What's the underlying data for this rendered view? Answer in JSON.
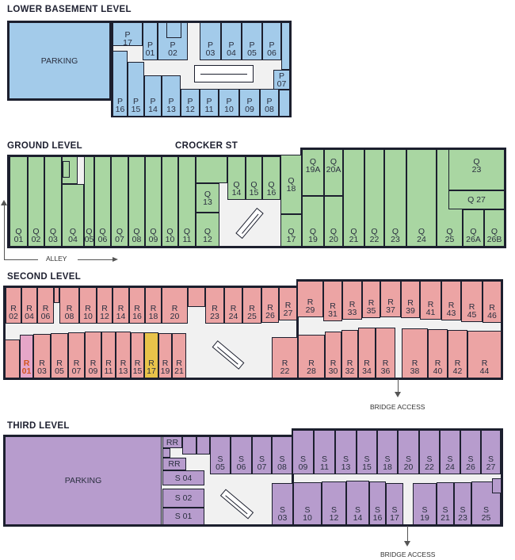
{
  "colors": {
    "basement": "#a3cbea",
    "ground": "#a9d6a2",
    "second": "#eca4a4",
    "third": "#b79ccd",
    "highlight": "#e8c34a",
    "r01": "#e6a6c8",
    "r01_text": "#d2541e",
    "outline": "#1c1f2e",
    "corridor": "#f1f1f1"
  },
  "levels": {
    "basement": {
      "title": "LOWER BASEMENT LEVEL",
      "parking": "PARKING",
      "units": [
        "P\n17",
        "P\n01",
        "P\n02",
        "P\n03",
        "P\n04",
        "P\n05",
        "P\n06",
        "P\n07",
        "P\n16",
        "P\n15",
        "P\n14",
        "P\n13",
        "P\n12",
        "P\n11",
        "P\n10",
        "P\n09",
        "P\n08"
      ]
    },
    "ground": {
      "title": "GROUND LEVEL",
      "street": "CROCKER ST",
      "alley": "ALLEY",
      "units": [
        "Q\n01",
        "Q\n02",
        "Q\n03",
        "Q\n04",
        "Q\n05",
        "Q\n06",
        "Q\n07",
        "Q\n08",
        "Q\n09",
        "Q\n10",
        "Q\n11",
        "Q\n12",
        "Q\n13",
        "Q\n14",
        "Q\n15",
        "Q\n16",
        "Q\n18",
        "Q\n17",
        "Q\n19A",
        "Q\n20A",
        "Q\n19",
        "Q\n20",
        "Q\n21",
        "Q\n22",
        "Q\n23",
        "Q\n24",
        "Q\n25",
        "Q\n23",
        "Q 27",
        "Q\n26A",
        "Q\n26B"
      ]
    },
    "second": {
      "title": "SECOND LEVEL",
      "bridge": "BRIDGE ACCESS",
      "units": [
        "R\n02",
        "R\n04",
        "R\n06",
        "R\n08",
        "R\n10",
        "R\n12",
        "R\n14",
        "R\n16",
        "R\n18",
        "R\n20",
        "R\n23",
        "R\n24",
        "R\n25",
        "R\n26",
        "R\n27",
        "R\n29",
        "R\n31",
        "R\n33",
        "R\n35",
        "R\n37",
        "R\n39",
        "R\n41",
        "R\n43",
        "R\n45",
        "R\n46",
        "R\n01",
        "R\n03",
        "R\n05",
        "R\n07",
        "R\n09",
        "R\n11",
        "R\n13",
        "R\n15",
        "R\n17",
        "R\n19",
        "R\n21",
        "R\n22",
        "R\n28",
        "R\n30",
        "R\n32",
        "R\n34",
        "R\n36",
        "R\n38",
        "R\n40",
        "R\n42",
        "R\n44"
      ]
    },
    "third": {
      "title": "THIRD LEVEL",
      "parking": "PARKING",
      "bridge": "BRIDGE ACCESS",
      "units": [
        "RR",
        "RR",
        "S 04",
        "S 02",
        "S 01",
        "S\n05",
        "S\n06",
        "S\n07",
        "S\n08",
        "S\n09",
        "S\n11",
        "S\n13",
        "S\n15",
        "S\n18",
        "S\n20",
        "S\n22",
        "S\n24",
        "S\n26",
        "S\n27",
        "S\n03",
        "S\n10",
        "S\n12",
        "S\n14",
        "S\n16",
        "S\n17",
        "S\n19",
        "S\n21",
        "S\n23",
        "S\n25"
      ]
    }
  }
}
